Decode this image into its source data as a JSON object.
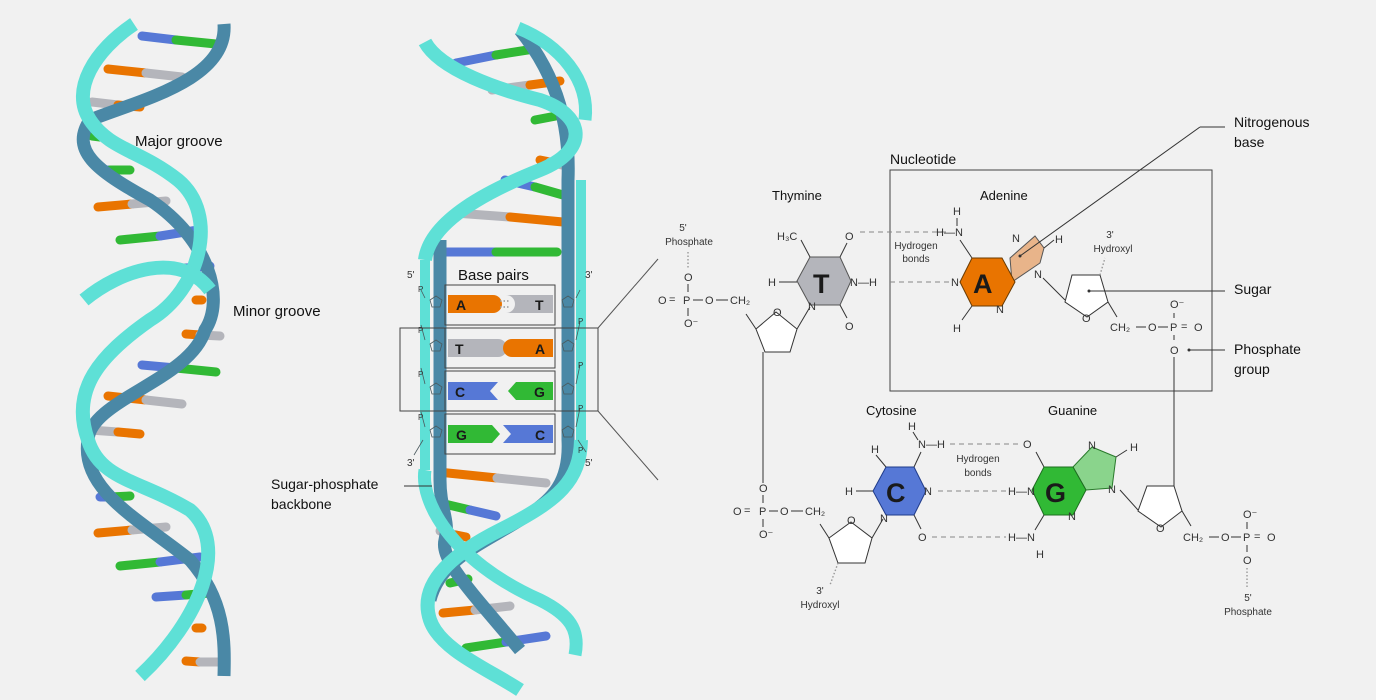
{
  "colors": {
    "background": "#f1f1f1",
    "backbone_dark": "#4a88a6",
    "backbone_light": "#5ee0d6",
    "adenine": "#e97400",
    "adenine_light": "#e8b48a",
    "thymine": "#b4b5bb",
    "cytosine": "#5678d6",
    "guanine": "#31b935",
    "guanine_light": "#8ad48c"
  },
  "left_helix": {
    "labels": {
      "major_groove": "Major groove",
      "minor_groove": "Minor groove"
    }
  },
  "middle_helix": {
    "labels": {
      "base_pairs_title": "Base pairs",
      "backbone": [
        "Sugar-phosphate",
        "backbone"
      ],
      "five_prime_top": "5'",
      "three_prime_top": "3'",
      "three_prime_bottom": "3'",
      "five_prime_bottom": "5'",
      "phosphate_marker": "P"
    },
    "base_pairs": [
      {
        "left": "A",
        "right": "T"
      },
      {
        "left": "T",
        "right": "A"
      },
      {
        "left": "C",
        "right": "G"
      },
      {
        "left": "G",
        "right": "C"
      }
    ]
  },
  "molecular": {
    "nucleotide_box_label": "Nucleotide",
    "bases": {
      "thymine": {
        "name": "Thymine",
        "letter": "T"
      },
      "adenine": {
        "name": "Adenine",
        "letter": "A"
      },
      "cytosine": {
        "name": "Cytosine",
        "letter": "C"
      },
      "guanine": {
        "name": "Guanine",
        "letter": "G"
      }
    },
    "hydrogen_bonds_label": [
      "Hydrogen",
      "bonds"
    ],
    "five_prime_phosphate": [
      "5'",
      "Phosphate"
    ],
    "three_prime_hydroxyl": [
      "3'",
      "Hydroxyl"
    ],
    "atoms": {
      "H": "H",
      "N": "N",
      "O": "O",
      "P": "P",
      "H3C": "H₃C",
      "CH2": "CH₂",
      "O_minus": "O⁻",
      "NH": "N—H",
      "HN": "H—N"
    },
    "callouts": {
      "nitrogenous_base": [
        "Nitrogenous",
        "base"
      ],
      "sugar": "Sugar",
      "phosphate_group": [
        "Phosphate",
        "group"
      ]
    }
  }
}
